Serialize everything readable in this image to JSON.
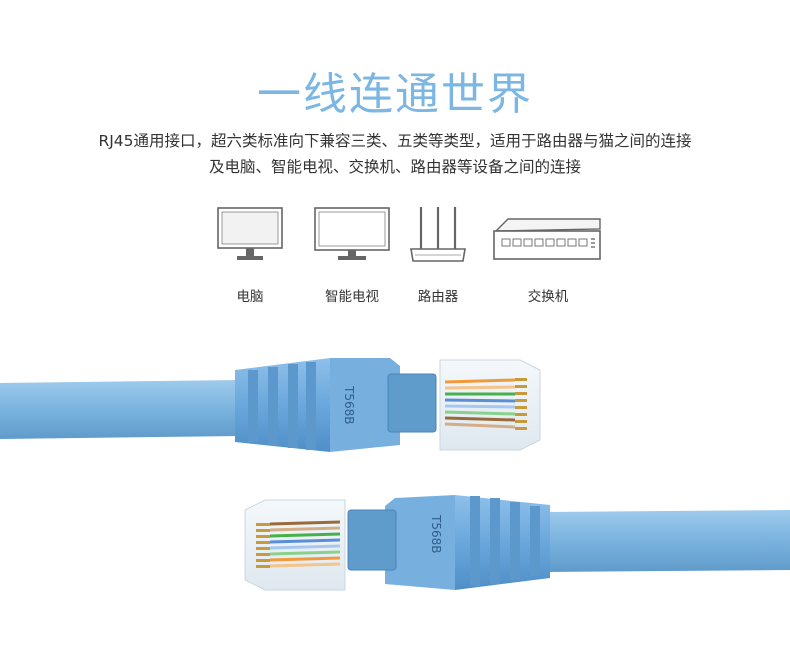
{
  "title": "一线连通世界",
  "description": {
    "line1": "RJ45通用接口，超六类标准向下兼容三类、五类等类型，适用于路由器与猫之间的连接",
    "line2": "及电脑、智能电视、交换机、路由器等设备之间的连接"
  },
  "devices": [
    {
      "label": "电脑",
      "icon": "monitor-icon"
    },
    {
      "label": "智能电视",
      "icon": "tv-icon"
    },
    {
      "label": "路由器",
      "icon": "router-icon"
    },
    {
      "label": "交换机",
      "icon": "switch-icon"
    }
  ],
  "connector_text": "T568B",
  "colors": {
    "title": "#7cb6e3",
    "cable": "#7ab3de",
    "boot": "#6aa7dc",
    "icon_stroke": "#666666"
  }
}
